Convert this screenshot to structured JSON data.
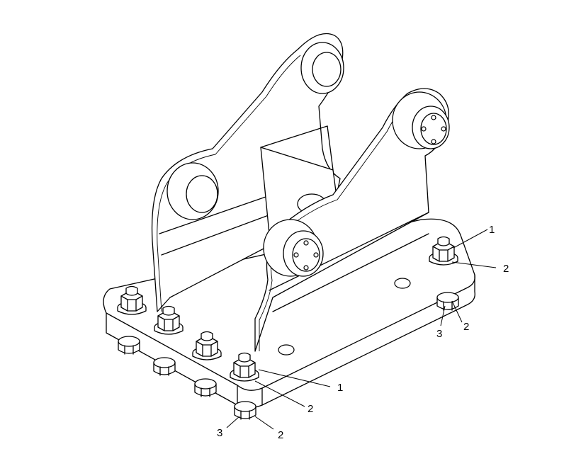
{
  "callouts": [
    {
      "id": "c1a",
      "text": "1"
    },
    {
      "id": "c2a",
      "text": "2"
    },
    {
      "id": "c2b",
      "text": "2"
    },
    {
      "id": "c3a",
      "text": "3"
    },
    {
      "id": "c1b",
      "text": "1"
    },
    {
      "id": "c2c",
      "text": "2"
    },
    {
      "id": "c2d",
      "text": "2"
    },
    {
      "id": "c3b",
      "text": "3"
    }
  ]
}
